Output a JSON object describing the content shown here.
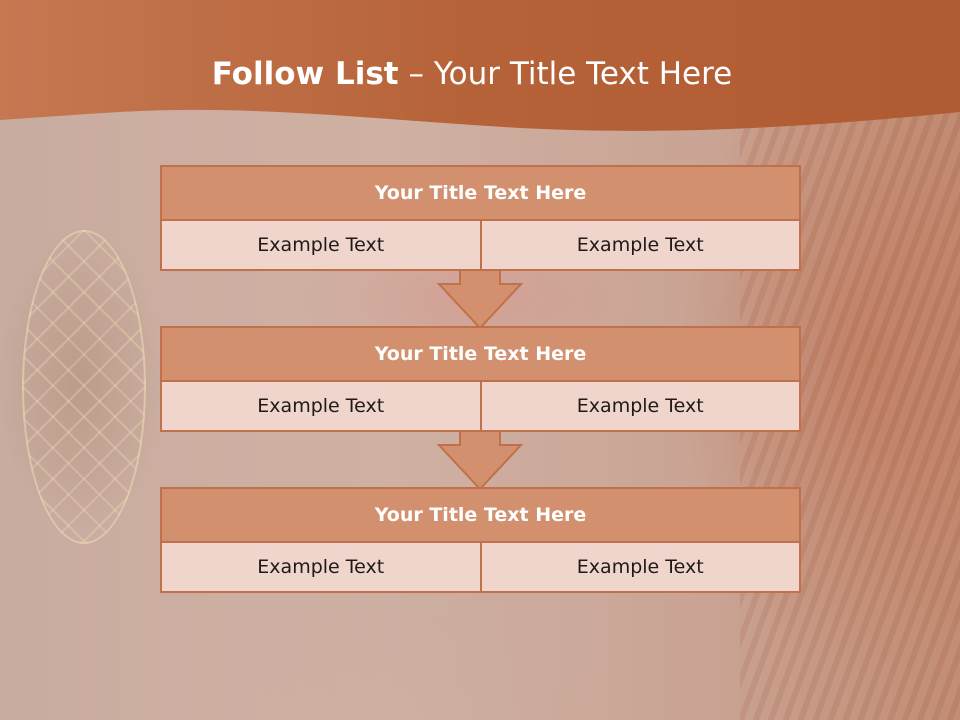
{
  "header": {
    "title_strong": "Follow List",
    "title_rest": " – Your Title Text Here"
  },
  "blocks": [
    {
      "title": "Your Title Text Here",
      "cells": [
        "Example Text",
        "Example Text"
      ]
    },
    {
      "title": "Your Title Text Here",
      "cells": [
        "Example Text",
        "Example Text"
      ]
    },
    {
      "title": "Your Title Text Here",
      "cells": [
        "Example Text",
        "Example Text"
      ]
    }
  ],
  "colors": {
    "header_band": "#b9633c",
    "block_title_fill": "#d3906f",
    "block_border": "#c0704a",
    "cell_fill": "#efd5cc"
  }
}
